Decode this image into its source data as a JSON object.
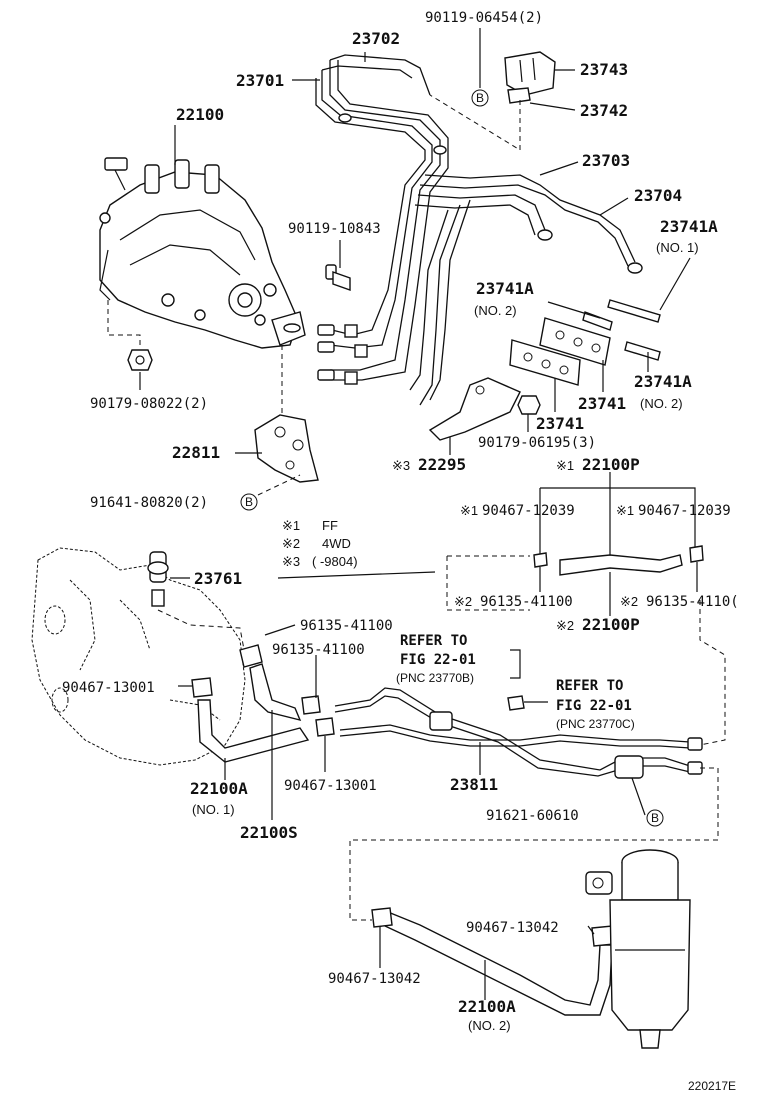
{
  "labels": {
    "p23702": "23702",
    "p23701": "23701",
    "p90119_06454": "90119-06454(2)",
    "p23743": "23743",
    "p23742": "23742",
    "p22100": "22100",
    "p23703": "23703",
    "p23704": "23704",
    "p90119_10843": "90119-10843",
    "p23741A_1": "23741A",
    "no1_a": "(NO. 1)",
    "p23741A_2": "23741A",
    "no2_a": "(NO. 2)",
    "p90179_08022": "90179-08022(2)",
    "p23741A_3": "23741A",
    "no2_b": "(NO. 2)",
    "p23741_a": "23741",
    "p23741_b": "23741",
    "p90179_06195": "90179-06195(3)",
    "p22811": "22811",
    "p22295": "22295",
    "mark3_22295": "※3",
    "p22100P_top": "22100P",
    "mark1_22100P": "※1",
    "p91641_80820": "91641-80820(2)",
    "p90467_12039_l": "90467-12039",
    "mark1_l": "※1",
    "p90467_12039_r": "90467-12039",
    "mark1_r": "※1",
    "legend1_mark": "※1",
    "legend1_text": "FF",
    "legend2_mark": "※2",
    "legend2_text": "4WD",
    "legend3_mark": "※3",
    "legend3_text": "(      -9804)",
    "p23761": "23761",
    "p96135_41100_l": "96135-41100",
    "mark2_l": "※2",
    "p96135_41100_r": "96135-4110(",
    "mark2_r": "※2",
    "p22100P_bot": "22100P",
    "mark2_22100P": "※2",
    "p96135_41100_a": "96135-41100",
    "p96135_41100_b": "96135-41100",
    "refer1_a": "REFER TO",
    "refer1_b": "FIG 22-01",
    "refer1_c": "(PNC 23770B)",
    "refer2_a": "REFER TO",
    "refer2_b": "FIG 22-01",
    "refer2_c": "(PNC 23770C)",
    "p90467_13001_l": "90467-13001",
    "p22100A_1": "22100A",
    "no1_b": "(NO. 1)",
    "p90467_13001_m": "90467-13001",
    "p23811": "23811",
    "p91621_60610": "91621-60610",
    "p22100S": "22100S",
    "p90467_13042_r": "90467-13042",
    "p90467_13042_l": "90467-13042",
    "p22100A_2": "22100A",
    "no2_c": "(NO. 2)",
    "circleB": "B",
    "figure_id": "220217E"
  }
}
